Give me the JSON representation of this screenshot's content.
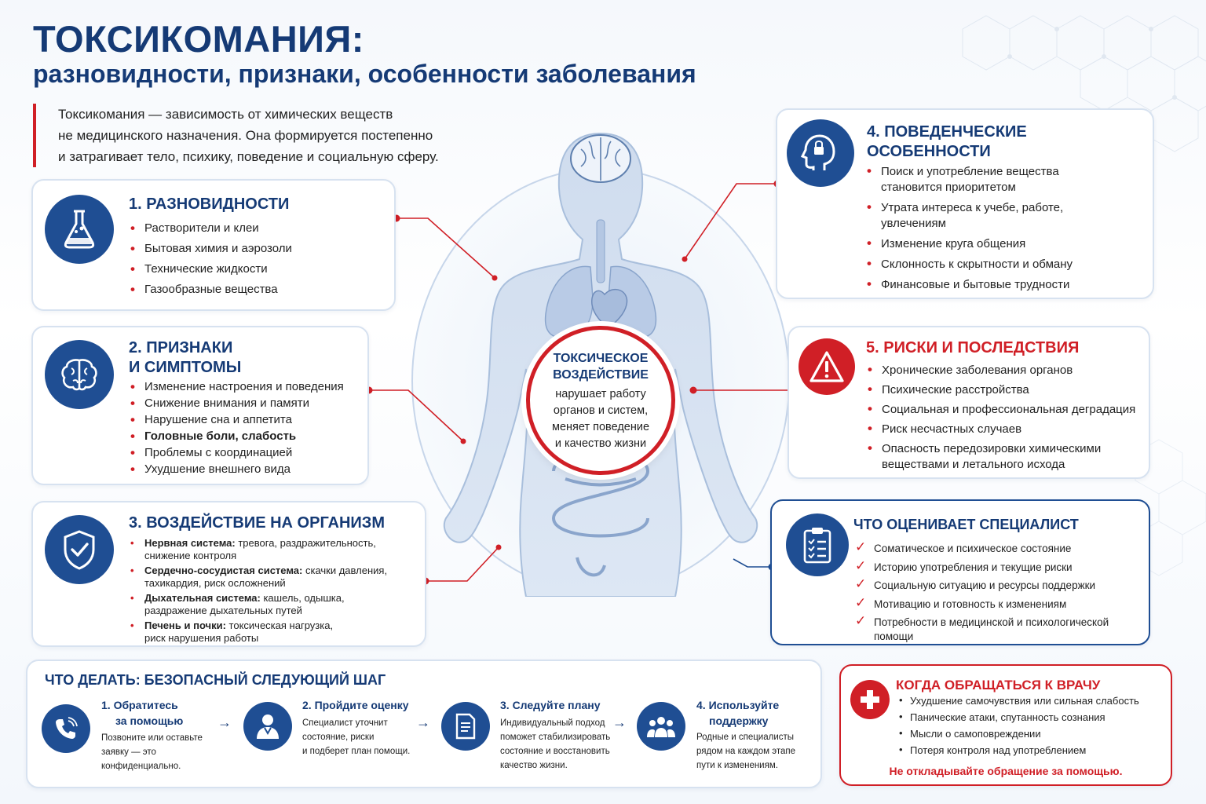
{
  "header": {
    "title": "ТОКСИКОМАНИЯ:",
    "subtitle": "разновидности, признаки, особенности заболевания",
    "intro": [
      "Токсикомания — зависимость от химических веществ",
      "не медицинского назначения. Она формируется постепенно",
      "и затрагивает тело, психику, поведение и социальную сферу."
    ]
  },
  "types": {
    "title": "1. РАЗНОВИДНОСТИ",
    "items": [
      "Растворители и клеи",
      "Бытовая химия и аэрозоли",
      "Технические жидкости",
      "Газообразные вещества"
    ]
  },
  "signs": {
    "title": [
      "2. ПРИЗНАКИ",
      "И СИМПТОМЫ"
    ],
    "items": [
      "Изменение настроения и поведения",
      "Снижение внимания и памяти",
      "Нарушение сна и аппетита",
      "Головные боли, слабость",
      "Проблемы с координацией",
      "Ухудшение внешнего вида"
    ]
  },
  "impact": {
    "title": "3. ВОЗДЕЙСТВИЕ НА ОРГАНИЗМ",
    "items": [
      {
        "bold": "Нервная система:",
        "text": " тревога, раздражительность,",
        "text2": "снижение контроля"
      },
      {
        "bold": "Сердечно-сосудистая система:",
        "text": " скачки давления,",
        "text2": "тахикардия, риск осложнений"
      },
      {
        "bold": "Дыхательная система:",
        "text": " кашель, одышка,",
        "text2": "раздражение дыхательных путей"
      },
      {
        "bold": "Печень и почки:",
        "text": " токсическая нагрузка,",
        "text2": "риск нарушения работы"
      }
    ]
  },
  "center": {
    "title": [
      "ТОКСИЧЕСКОЕ",
      "ВОЗДЕЙСТВИЕ"
    ],
    "text": [
      "нарушает работу",
      "органов и систем,",
      "меняет поведение",
      "и качество жизни"
    ]
  },
  "behavior": {
    "title": [
      "4. ПОВЕДЕНЧЕСКИЕ",
      "ОСОБЕННОСТИ"
    ],
    "items": [
      [
        "Поиск и употребление вещества",
        "становится приоритетом"
      ],
      [
        "Утрата интереса к учебе, работе,",
        "увлечениям"
      ],
      [
        "Изменение круга общения"
      ],
      [
        "Склонность к скрытности и обману"
      ],
      [
        "Финансовые и бытовые трудности"
      ]
    ]
  },
  "risks": {
    "title": "5. РИСКИ И ПОСЛЕДСТВИЯ",
    "items": [
      [
        "Хронические заболевания органов"
      ],
      [
        "Психические расстройства"
      ],
      [
        "Социальная и профессиональная деградация"
      ],
      [
        "Риск несчастных случаев"
      ],
      [
        "Опасность передозировки химическими",
        "веществами и летального исхода"
      ]
    ]
  },
  "specialist": {
    "title": "ЧТО ОЦЕНИВАЕТ СПЕЦИАЛИСТ",
    "items": [
      "Соматическое и психическое состояние",
      "Историю употребления и текущие риски",
      "Социальную ситуацию и ресурсы поддержки",
      "Мотивацию и готовность к изменениям",
      "Потребности в медицинской и психологической помощи"
    ]
  },
  "steps": {
    "title": "ЧТО ДЕЛАТЬ: БЕЗОПАСНЫЙ СЛЕДУЮЩИЙ ШАГ",
    "items": [
      {
        "title": [
          "1. Обратитесь",
          "за помощью"
        ],
        "text": [
          "Позвоните или оставьте",
          "заявку — это",
          "конфиденциально."
        ]
      },
      {
        "title": [
          "2. Пройдите оценку"
        ],
        "text": [
          "Специалист уточнит",
          "состояние, риски",
          "и подберет план помощи."
        ]
      },
      {
        "title": [
          "3. Следуйте плану"
        ],
        "text": [
          "Индивидуальный подход",
          "поможет стабилизировать",
          "состояние и восстановить",
          "качество жизни."
        ]
      },
      {
        "title": [
          "4. Используйте",
          "поддержку"
        ],
        "text": [
          "Родные и специалисты",
          "рядом на каждом этапе",
          "пути к изменениям."
        ]
      }
    ]
  },
  "doctor": {
    "title": "КОГДА ОБРАЩАТЬСЯ К ВРАЧУ",
    "items": [
      "Ухудшение самочувствия или сильная слабость",
      "Панические атаки, спутанность сознания",
      "Мысли о самоповреждении",
      "Потеря контроля над употреблением"
    ],
    "footer": "Не откладывайте обращение за помощью."
  },
  "colors": {
    "navy": "#153a75",
    "accent_red": "#d01f26",
    "icon_blue": "#1f4e93"
  }
}
